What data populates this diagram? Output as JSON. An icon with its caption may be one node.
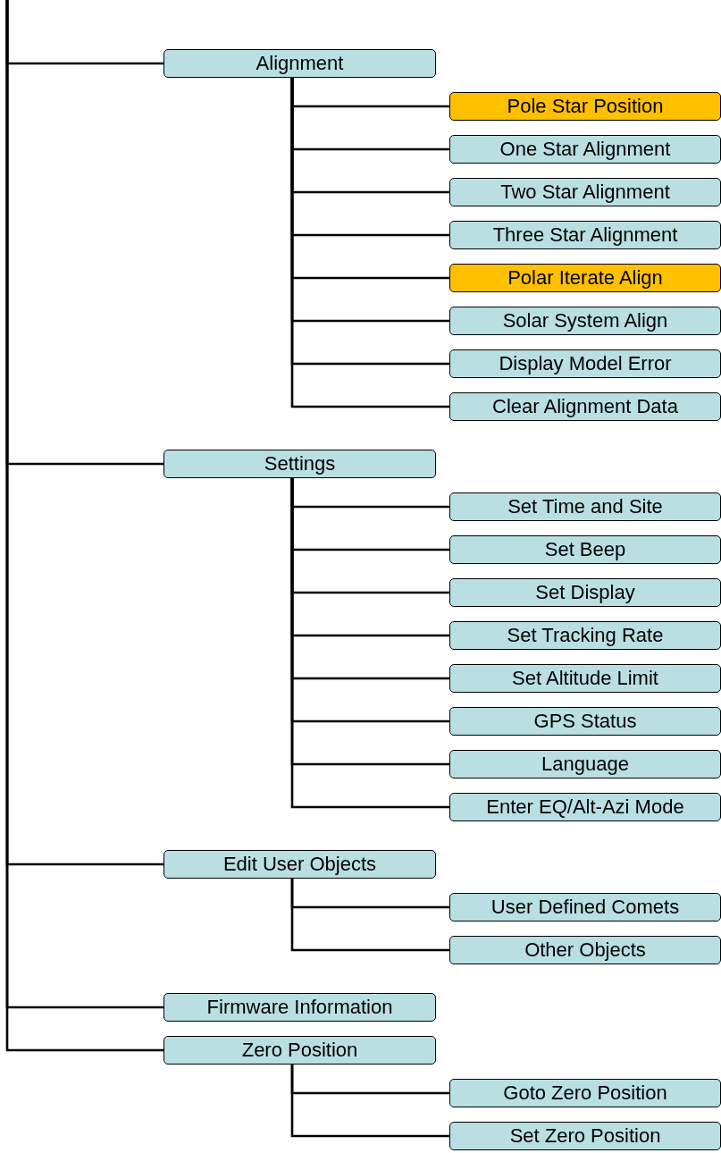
{
  "diagram": {
    "nodes": [
      {
        "text": [
          "Alignment"
        ]
      },
      {
        "text": [
          "Pole Star Position"
        ]
      },
      {
        "text": [
          "One Star Alignment"
        ]
      },
      {
        "text": [
          "Two Star Alignment"
        ]
      },
      {
        "text": [
          "Three Star Alignment"
        ]
      },
      {
        "text": [
          "Polar Iterate Align"
        ]
      },
      {
        "text": [
          "Solar System Align"
        ]
      },
      {
        "text": [
          "Display Model Error"
        ]
      },
      {
        "text": [
          "Clear Alignment Data"
        ]
      },
      {
        "text": [
          "Settings"
        ]
      },
      {
        "text": [
          "Set Time and Site"
        ]
      },
      {
        "text": [
          "Set Beep"
        ]
      },
      {
        "text": [
          "Set Display"
        ]
      },
      {
        "text": [
          "Set Tracking Rate"
        ]
      },
      {
        "text": [
          "Set Altitude Limit"
        ]
      },
      {
        "text": [
          "GPS Status"
        ]
      },
      {
        "text": [
          "Language"
        ]
      },
      {
        "text": [
          "Enter EQ/Alt-Azi Mode"
        ]
      },
      {
        "text": [
          "Edit User Objects"
        ]
      },
      {
        "text": [
          "User Defined Comets"
        ]
      },
      {
        "text": [
          "Other Objects"
        ]
      },
      {
        "text": [
          "Firmware Information"
        ]
      },
      {
        "text": [
          "Zero Position"
        ]
      },
      {
        "text": [
          "Goto Zero Position"
        ]
      },
      {
        "text": [
          "Set Zero Position"
        ]
      }
    ],
    "edges": [
      {
        "from": null,
        "to": 0,
        "arrow": "none"
      },
      {
        "from": 0,
        "to": 1,
        "arrow": "none"
      },
      {
        "from": 0,
        "to": 2,
        "arrow": "none"
      },
      {
        "from": 0,
        "to": 3,
        "arrow": "none"
      },
      {
        "from": 0,
        "to": 4,
        "arrow": "none"
      },
      {
        "from": 0,
        "to": 5,
        "arrow": "none"
      },
      {
        "from": 0,
        "to": 6,
        "arrow": "none"
      },
      {
        "from": 0,
        "to": 7,
        "arrow": "none"
      },
      {
        "from": 0,
        "to": 8,
        "arrow": "none"
      },
      {
        "from": null,
        "to": 9,
        "arrow": "none"
      },
      {
        "from": 9,
        "to": 10,
        "arrow": "none"
      },
      {
        "from": 9,
        "to": 11,
        "arrow": "none"
      },
      {
        "from": 9,
        "to": 12,
        "arrow": "none"
      },
      {
        "from": 9,
        "to": 13,
        "arrow": "none"
      },
      {
        "from": 9,
        "to": 14,
        "arrow": "none"
      },
      {
        "from": 9,
        "to": 15,
        "arrow": "none"
      },
      {
        "from": 9,
        "to": 16,
        "arrow": "none"
      },
      {
        "from": 9,
        "to": 17,
        "arrow": "none"
      },
      {
        "from": null,
        "to": 18,
        "arrow": "none"
      },
      {
        "from": 18,
        "to": 19,
        "arrow": "none"
      },
      {
        "from": 18,
        "to": 20,
        "arrow": "none"
      },
      {
        "from": null,
        "to": 21,
        "arrow": "none"
      },
      {
        "from": null,
        "to": 22,
        "arrow": "none"
      },
      {
        "from": 22,
        "to": 23,
        "arrow": "none"
      },
      {
        "from": 22,
        "to": 24,
        "arrow": "none"
      }
    ]
  }
}
